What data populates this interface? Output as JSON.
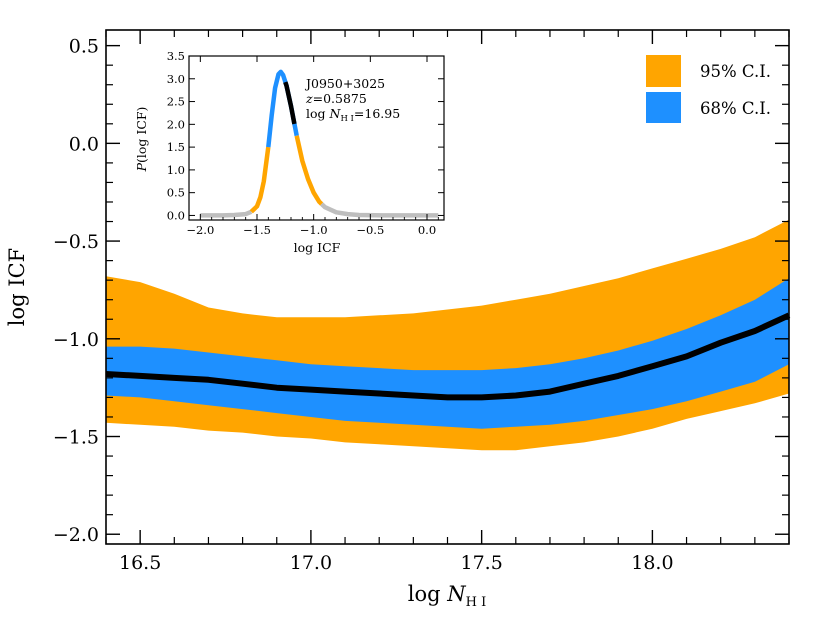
{
  "colors": {
    "ci95": "#FFA500",
    "ci68": "#1E90FF",
    "median": "#000000",
    "pdf_tail": "#BEBEBE",
    "frame": "#000000"
  },
  "chart_data": [
    {
      "type": "area",
      "xlabel": {
        "prefix": "log ",
        "var": "N",
        "sub": "H I"
      },
      "ylabel": "log ICF",
      "xlim": [
        16.4,
        18.4
      ],
      "ylim": [
        -2.05,
        0.58
      ],
      "x_ticks": [
        16.5,
        17.0,
        17.5,
        18.0
      ],
      "x_tick_labels": [
        "16.5",
        "17.0",
        "17.5",
        "18.0"
      ],
      "y_ticks": [
        0.5,
        0.0,
        -0.5,
        -1.0,
        -1.5,
        -2.0
      ],
      "y_tick_labels": [
        "0.5",
        "0.0",
        "−0.5",
        "−1.0",
        "−1.5",
        "−2.0"
      ],
      "x": [
        16.4,
        16.5,
        16.6,
        16.7,
        16.8,
        16.9,
        17.0,
        17.1,
        17.2,
        17.3,
        17.4,
        17.5,
        17.6,
        17.7,
        17.8,
        17.9,
        18.0,
        18.1,
        18.2,
        18.3,
        18.4
      ],
      "band_95": {
        "label": "95% C.I.",
        "upper": [
          -0.68,
          -0.71,
          -0.77,
          -0.84,
          -0.87,
          -0.89,
          -0.89,
          -0.89,
          -0.88,
          -0.87,
          -0.85,
          -0.83,
          -0.8,
          -0.77,
          -0.73,
          -0.69,
          -0.64,
          -0.59,
          -0.54,
          -0.48,
          -0.39
        ],
        "lower": [
          -1.43,
          -1.44,
          -1.45,
          -1.47,
          -1.48,
          -1.5,
          -1.51,
          -1.53,
          -1.54,
          -1.55,
          -1.56,
          -1.57,
          -1.57,
          -1.55,
          -1.53,
          -1.5,
          -1.46,
          -1.41,
          -1.37,
          -1.33,
          -1.28
        ]
      },
      "band_68": {
        "label": "68% C.I.",
        "upper": [
          -1.04,
          -1.04,
          -1.05,
          -1.07,
          -1.09,
          -1.11,
          -1.13,
          -1.14,
          -1.15,
          -1.16,
          -1.16,
          -1.16,
          -1.15,
          -1.13,
          -1.1,
          -1.06,
          -1.01,
          -0.95,
          -0.88,
          -0.8,
          -0.69
        ],
        "lower": [
          -1.29,
          -1.3,
          -1.32,
          -1.34,
          -1.36,
          -1.38,
          -1.4,
          -1.42,
          -1.43,
          -1.44,
          -1.45,
          -1.46,
          -1.45,
          -1.44,
          -1.42,
          -1.39,
          -1.36,
          -1.32,
          -1.27,
          -1.22,
          -1.13
        ]
      },
      "median": [
        -1.18,
        -1.19,
        -1.2,
        -1.21,
        -1.23,
        -1.25,
        -1.26,
        -1.27,
        -1.28,
        -1.29,
        -1.3,
        -1.3,
        -1.29,
        -1.27,
        -1.23,
        -1.19,
        -1.14,
        -1.09,
        -1.02,
        -0.96,
        -0.88
      ],
      "legend": {
        "position": "top-right",
        "entries": [
          {
            "label": "95% C.I.",
            "color": "#FFA500"
          },
          {
            "label": "68% C.I.",
            "color": "#1E90FF"
          }
        ]
      }
    },
    {
      "type": "line",
      "role": "inset",
      "xlabel": "log ICF",
      "ylabel": "P(log ICF)",
      "xlim": [
        -2.1,
        0.15
      ],
      "ylim": [
        -0.1,
        3.5
      ],
      "x_ticks": [
        -2.0,
        -1.5,
        -1.0,
        -0.5,
        0.0
      ],
      "x_tick_labels": [
        "−2.0",
        "−1.5",
        "−1.0",
        "−0.5",
        "0.0"
      ],
      "y_ticks": [
        0.0,
        0.5,
        1.0,
        1.5,
        2.0,
        2.5,
        3.0,
        3.5
      ],
      "y_tick_labels": [
        "0.0",
        "0.5",
        "1.0",
        "1.5",
        "2.0",
        "2.5",
        "3.0",
        "3.5"
      ],
      "x": [
        -2.0,
        -1.8,
        -1.7,
        -1.6,
        -1.55,
        -1.5,
        -1.47,
        -1.44,
        -1.4,
        -1.37,
        -1.34,
        -1.31,
        -1.29,
        -1.27,
        -1.24,
        -1.2,
        -1.15,
        -1.1,
        -1.05,
        -1.0,
        -0.95,
        -0.9,
        -0.8,
        -0.7,
        -0.6,
        -0.4,
        -0.2,
        0.0,
        0.1
      ],
      "y": [
        0.0,
        0.0,
        0.01,
        0.03,
        0.08,
        0.2,
        0.4,
        0.75,
        1.5,
        2.2,
        2.8,
        3.1,
        3.15,
        3.08,
        2.85,
        2.4,
        1.75,
        1.2,
        0.8,
        0.5,
        0.3,
        0.18,
        0.07,
        0.03,
        0.01,
        0.0,
        0.0,
        0.0,
        0.0
      ],
      "segments": [
        {
          "range": [
            -2.0,
            -1.55
          ],
          "color": "#BEBEBE"
        },
        {
          "range": [
            -1.55,
            -1.4
          ],
          "color": "#FFA500"
        },
        {
          "range": [
            -1.4,
            -1.15
          ],
          "color": "#1E90FF"
        },
        {
          "range": [
            -1.15,
            -0.93
          ],
          "color": "#FFA500"
        },
        {
          "range": [
            -0.93,
            0.1
          ],
          "color": "#BEBEBE"
        }
      ],
      "marker": {
        "range": [
          -1.25,
          -1.17
        ],
        "color": "#000000"
      },
      "annotation": {
        "line1": "J0950+3025",
        "line2_var": "z",
        "line2_rest": "=0.5875",
        "line3_prefix": "log ",
        "line3_var": "N",
        "line3_sub": "H I",
        "line3_rest": "=16.95"
      }
    }
  ]
}
